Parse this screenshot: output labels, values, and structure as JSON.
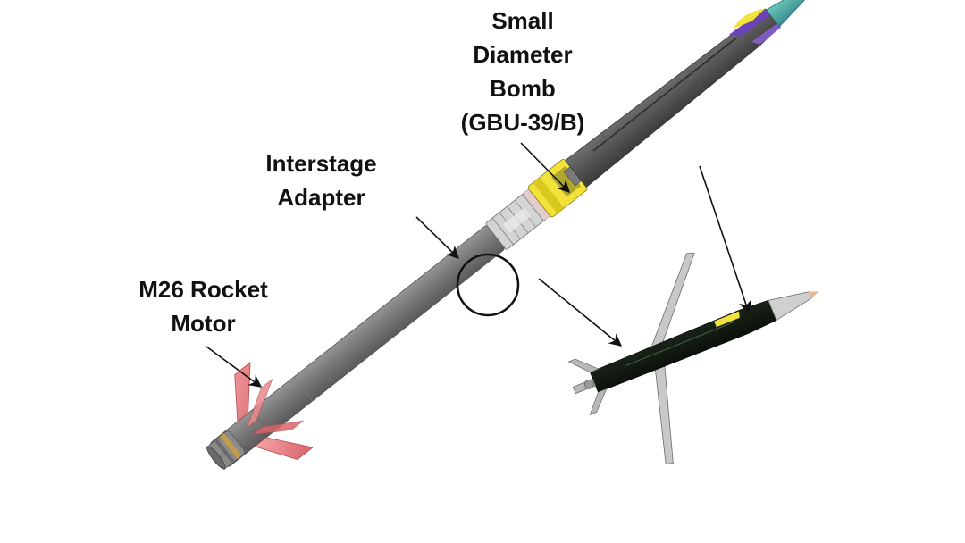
{
  "labels": {
    "sdb": {
      "line1": "Small",
      "line2": "Diameter",
      "line3": "Bomb",
      "line4": "(GBU-39/B)"
    },
    "interstage": {
      "line1": "Interstage",
      "line2": "Adapter"
    },
    "motor": {
      "line1": "M26 Rocket",
      "line2": "Motor"
    }
  },
  "colors": {
    "motor_body": "#9a9a9a",
    "fins": "#e8888c",
    "adapter_ring": "#d8d8d8",
    "bomb_body": "#7a7a7a",
    "guidance_section": "#f2e23a",
    "seeker_highlight": "#6a3fc0",
    "deployed_bomb_body": "#1e2a1e"
  }
}
